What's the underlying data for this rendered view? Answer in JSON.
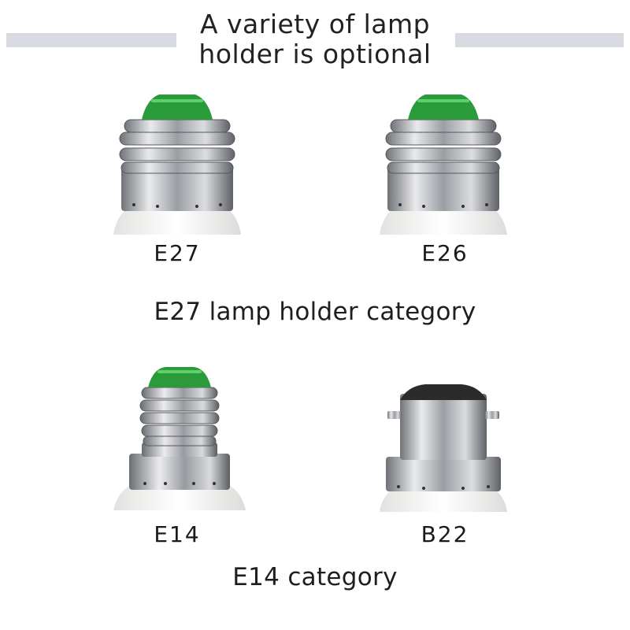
{
  "header": {
    "title_line1": "A variety of lamp",
    "title_line2": "holder is optional"
  },
  "bulbs": [
    {
      "label": "E27",
      "icon": "e27-screw-base-icon",
      "cap_color": "#2a9a3a"
    },
    {
      "label": "E26",
      "icon": "e26-screw-base-icon",
      "cap_color": "#2a9a3a"
    },
    {
      "label": "E14",
      "icon": "e14-screw-base-icon",
      "cap_color": "#2a9a3a"
    },
    {
      "label": "B22",
      "icon": "b22-bayonet-base-icon",
      "cap_color": "#2b2b2b"
    }
  ],
  "captions": {
    "e27_category": "E27 lamp holder category",
    "e14_category": "E14 category"
  },
  "colors": {
    "divider": "#d8dbe2",
    "metal": "#b9bcc1",
    "bulb_body": "#f3f3f1"
  }
}
